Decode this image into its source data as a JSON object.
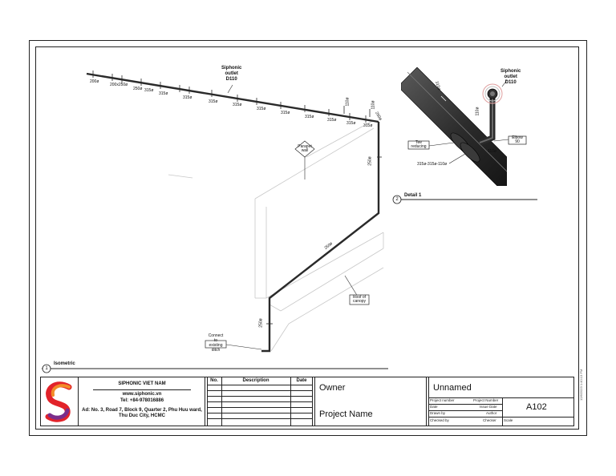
{
  "company": {
    "name": "SIPHONIC VIET NAM",
    "website": "www.siphonic.vn",
    "tel": "Tel: +84-978016886",
    "address": "Ad: No. 3, Road 7, Block 9, Quarter 2, Phu Huu ward, Thu Duc City, HCMC",
    "logo_colors": [
      "#e2232a",
      "#7b2d8b",
      "#f28c28"
    ]
  },
  "revisions": {
    "headers": {
      "no": "No.",
      "description": "Description",
      "date": "Date"
    }
  },
  "owner_block": {
    "owner": "Owner",
    "project_name": "Project Name"
  },
  "project_info": {
    "name": "Unnamed",
    "rows": [
      {
        "label": "Project number",
        "value": "Project Number"
      },
      {
        "label": "Date",
        "value": "Issue Date"
      },
      {
        "label": "Drawn by",
        "value": "Author"
      },
      {
        "label": "Checked by",
        "value": "Checker"
      }
    ],
    "scale_label": "Scale",
    "sheet_number": "A102",
    "timestamp": "12/6/2023 1:40:13 PM"
  },
  "views": {
    "isometric": {
      "number": "1",
      "title": "Isometric"
    },
    "detail": {
      "number": "2",
      "title": "Detail 1"
    }
  },
  "iso_annotations": {
    "outlet": [
      "Siphonic",
      "outlet",
      "D110"
    ],
    "parapet": [
      "Parapet",
      "wall"
    ],
    "roof": [
      "Roof of",
      "canopy"
    ],
    "ditch": [
      "Connect",
      "to",
      "existing",
      "ditch"
    ],
    "pipe_labels": [
      "200ø",
      "200ø",
      "250ø",
      "250ø",
      "315ø",
      "315ø",
      "315ø",
      "315ø",
      "315ø",
      "315ø",
      "315ø",
      "315ø",
      "315ø",
      "315ø",
      "315ø",
      "110ø",
      "110ø",
      "250ø",
      "250ø",
      "250ø",
      "250ø"
    ],
    "top_label": "200x250ø"
  },
  "detail_annotations": {
    "outlet": [
      "Siphonic",
      "outlet",
      "D110"
    ],
    "tee": [
      "Tee",
      "reducing"
    ],
    "elbow": [
      "Elbow",
      "90"
    ],
    "tee_size": "315ø-315ø-110ø",
    "pipe_315": "315ø",
    "pipe_110a": "110ø",
    "pipe_110b": "110ø"
  }
}
